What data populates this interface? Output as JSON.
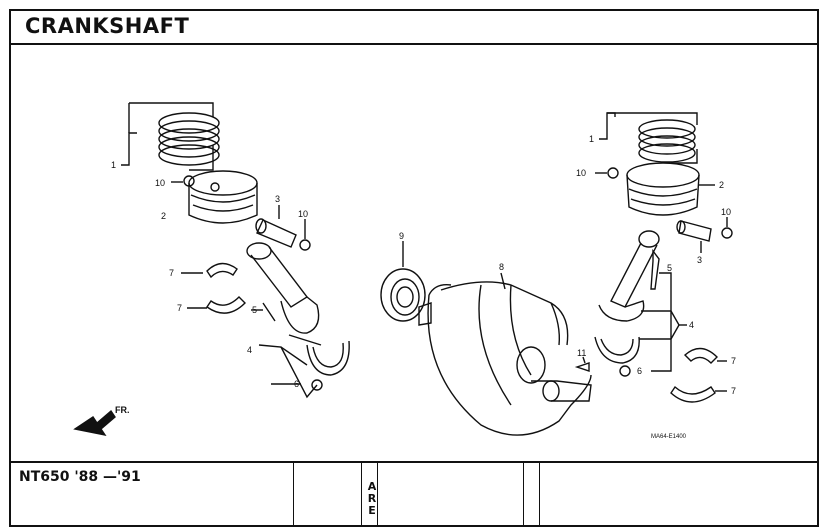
{
  "header": {
    "title": "CRANKSHAFT"
  },
  "diagram": {
    "labels": {
      "l1a": "1",
      "l10a": "10",
      "l2a": "2",
      "l3a": "3",
      "l10b": "10",
      "l7a": "7",
      "l7b": "7",
      "l5a": "5",
      "l4a": "4",
      "l6a": "6",
      "l9": "9",
      "l8": "8",
      "l11": "11",
      "l1b": "1",
      "l10c": "10",
      "l2b": "2",
      "l10d": "10",
      "l3b": "3",
      "l5b": "5",
      "l4b": "4",
      "l6b": "6",
      "l7c": "7",
      "l7d": "7"
    },
    "front_marker": "FR.",
    "drawing_code": "MA64-E1400"
  },
  "footer": {
    "model": "NT650 '88 —'91",
    "area_letters": [
      "A",
      "R",
      "E"
    ]
  }
}
